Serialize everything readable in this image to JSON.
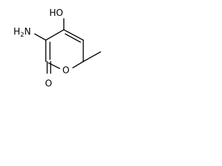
{
  "molecule": {
    "atoms": {
      "hydroxyl": "HO",
      "amino": "H2N",
      "ring_oxygen": "O",
      "carbonyl_oxygen": "O"
    },
    "amino_parts": {
      "h": "H",
      "subscript": "2",
      "n": "N"
    },
    "colors": {
      "bond": "#000000",
      "text": "#000000",
      "background": "#ffffff"
    }
  }
}
